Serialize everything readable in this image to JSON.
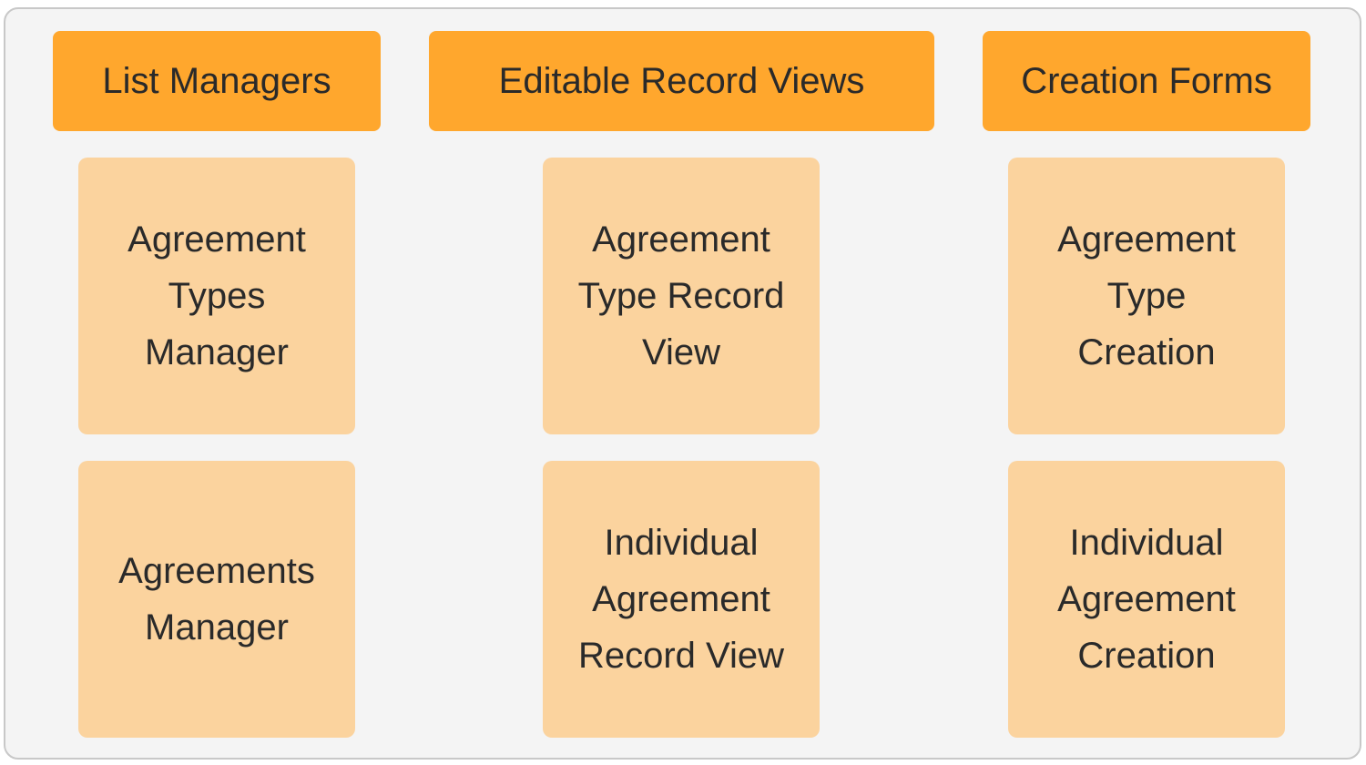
{
  "colors": {
    "header_fill": "#FFA72D",
    "card_fill": "#FBD39E",
    "background": "#F4F4F4",
    "border": "#C8C8C8",
    "text": "#2A2A2A"
  },
  "columns": [
    {
      "header": "List Managers",
      "cards": [
        "Agreement\nTypes\nManager",
        "Agreements\nManager"
      ]
    },
    {
      "header": "Editable Record Views",
      "cards": [
        "Agreement\nType Record\nView",
        "Individual\nAgreement\nRecord View"
      ]
    },
    {
      "header": "Creation Forms",
      "cards": [
        "Agreement\nType\nCreation",
        "Individual\nAgreement\nCreation"
      ]
    }
  ]
}
